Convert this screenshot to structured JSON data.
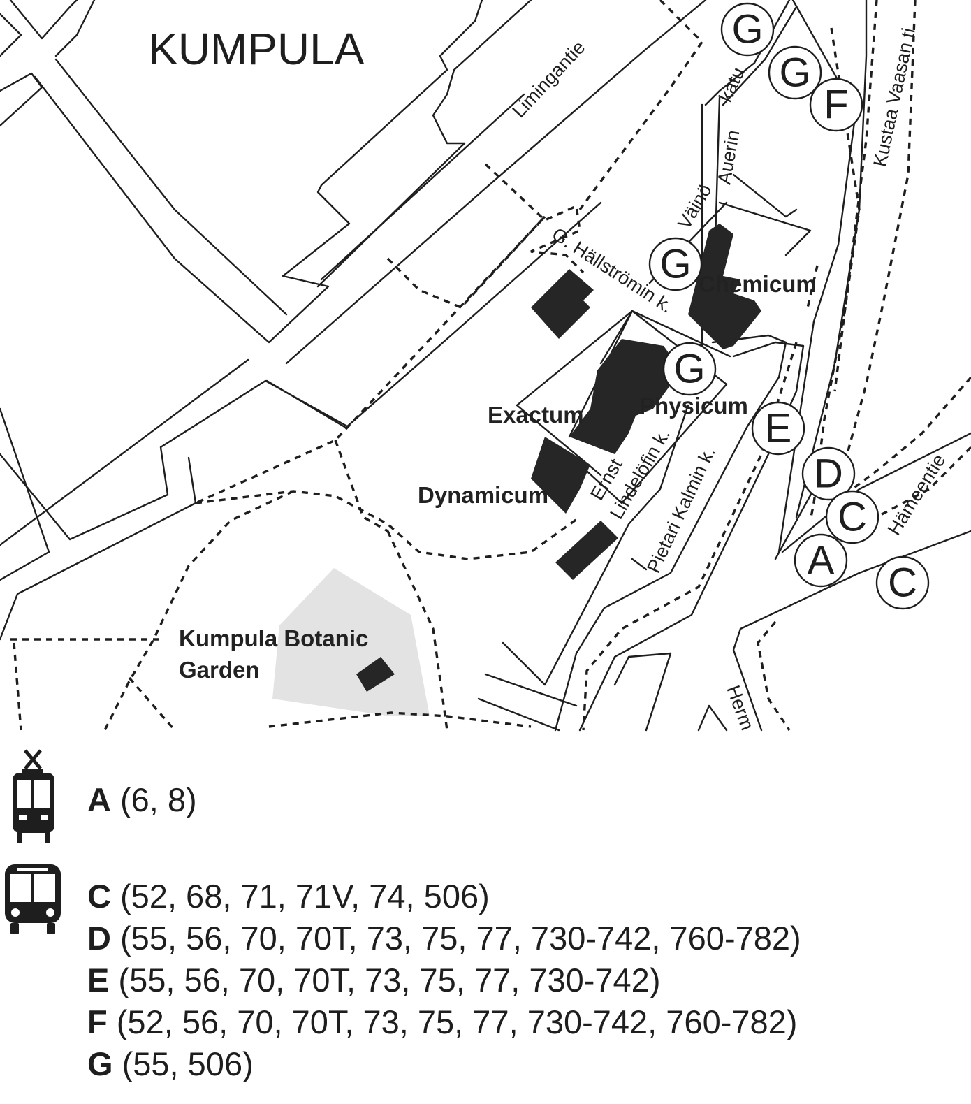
{
  "map": {
    "district": "KUMPULA",
    "streets": {
      "limingantie": "Limingantie",
      "vaino": "Väinö",
      "auerin": "Auerin",
      "katu": "katu",
      "kustaa": "Kustaa Vaasan ti",
      "hallstromin": "G. Hällströmin k.",
      "ernst": "Ernst",
      "lindelofin": "Lindelöfin k.",
      "pietari": "Pietari Kalmin k.",
      "hameentie": "Hämeentie",
      "herm": "Herm"
    },
    "buildings": {
      "chemicum": "Chemicum",
      "physicum": "Physicum",
      "exactum": "Exactum",
      "dynamicum": "Dynamicum"
    },
    "garden_line1": "Kumpula Botanic",
    "garden_line2": "Garden",
    "stops": [
      "G",
      "G",
      "F",
      "G",
      "G",
      "E",
      "D",
      "C",
      "A",
      "C"
    ]
  },
  "legend": {
    "tram_icon": "tram-icon",
    "bus_icon": "bus-icon",
    "rows": [
      {
        "letter": "A",
        "lines": "(6, 8)"
      },
      {
        "letter": "C",
        "lines": "(52, 68, 71, 71V, 74, 506)"
      },
      {
        "letter": "D",
        "lines": "(55, 56, 70, 70T, 73, 75, 77, 730-742, 760-782)"
      },
      {
        "letter": "E",
        "lines": "(55, 56, 70, 70T, 73, 75, 77, 730-742)"
      },
      {
        "letter": "F",
        "lines": "(52, 56, 70, 70T, 73, 75, 77, 730-742, 760-782)"
      },
      {
        "letter": "G",
        "lines": "(55, 506)"
      }
    ]
  }
}
